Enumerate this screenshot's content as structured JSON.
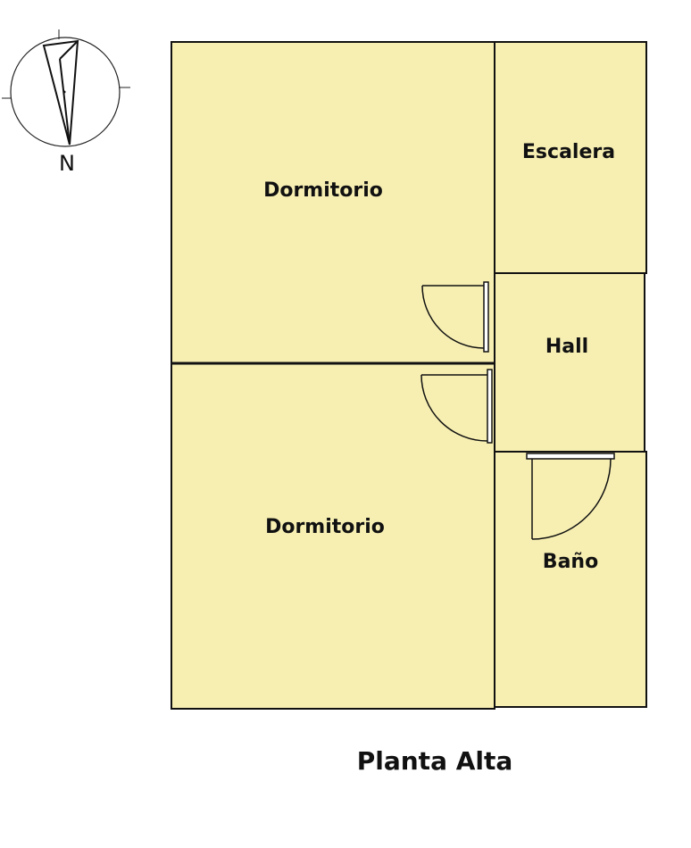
{
  "plan": {
    "title": "Planta Alta",
    "rooms": {
      "dormitorio_top": "Dormitorio",
      "dormitorio_bottom": "Dormitorio",
      "escalera": "Escalera",
      "hall": "Hall",
      "bano": "Baño"
    },
    "north": "N"
  },
  "colors": {
    "room_fill": "#f7efb2",
    "wall": "#111111"
  }
}
